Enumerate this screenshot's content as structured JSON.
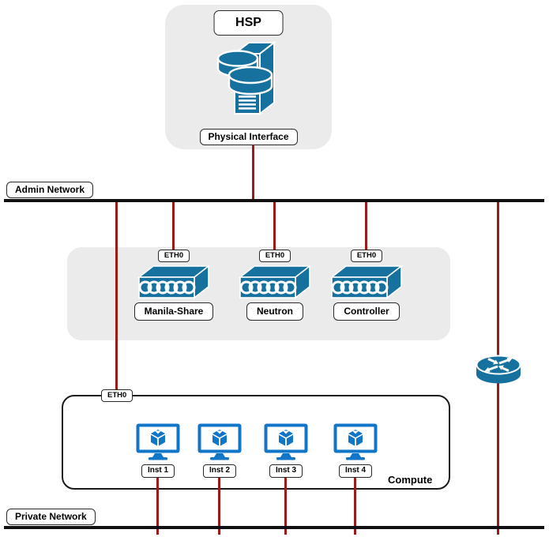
{
  "hsp": {
    "title": "HSP",
    "interface_label": "Physical Interface",
    "icon": "server-with-disks-icon"
  },
  "networks": {
    "admin_label": "Admin Network",
    "private_label": "Private Network"
  },
  "switches": [
    {
      "port": "ETH0",
      "name": "Manila-Share",
      "icon": "switch-icon"
    },
    {
      "port": "ETH0",
      "name": "Neutron",
      "icon": "switch-icon"
    },
    {
      "port": "ETH0",
      "name": "Controller",
      "icon": "switch-icon"
    }
  ],
  "compute": {
    "port": "ETH0",
    "label": "Compute",
    "instances": [
      {
        "name": "Inst 1",
        "icon": "instance-monitor-icon"
      },
      {
        "name": "Inst 2",
        "icon": "instance-monitor-icon"
      },
      {
        "name": "Inst 3",
        "icon": "instance-monitor-icon"
      },
      {
        "name": "Inst 4",
        "icon": "instance-monitor-icon"
      }
    ]
  },
  "router": {
    "icon": "router-icon"
  },
  "colors": {
    "icon_blue": "#17719f",
    "monitor_blue": "#1175c8",
    "line_red": "#9b1a1a",
    "panel_gray": "#ebebeb",
    "network_line": "#111111"
  }
}
